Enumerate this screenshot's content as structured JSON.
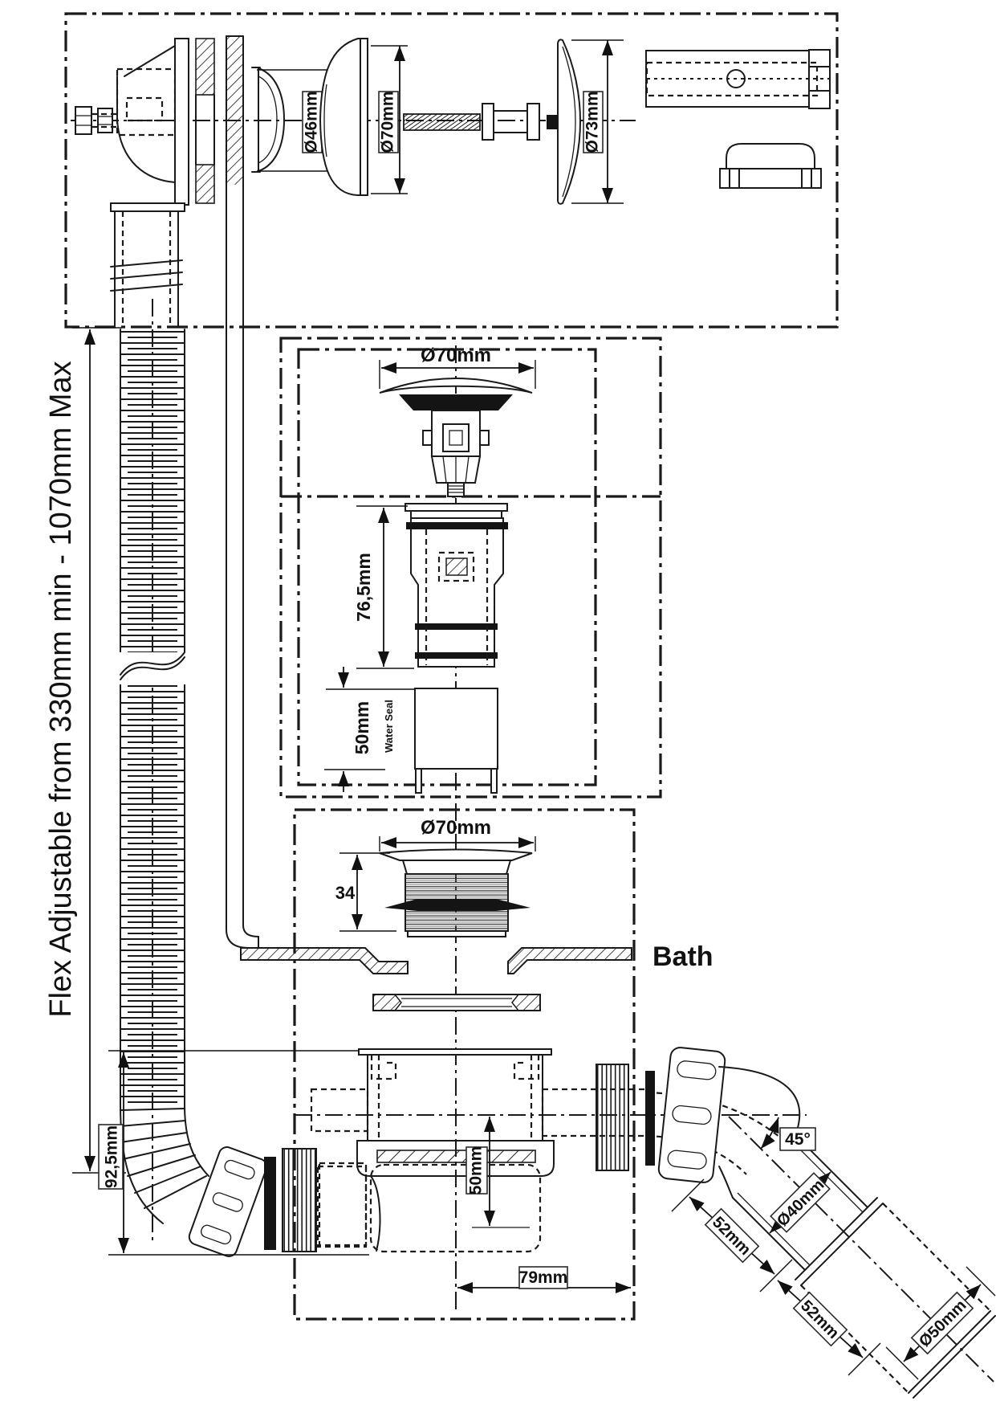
{
  "labels": {
    "flex": "Flex Adjustable from 330mm min - 1070mm Max",
    "bath": "Bath",
    "top": {
      "seal": "Ø46mm",
      "rosette": "Ø70mm",
      "cover": "Ø73mm"
    },
    "plug": {
      "cap": "Ø70mm"
    },
    "waste": {
      "height": "76,5mm",
      "seal_depth": "50mm",
      "seal_caption": "Water Seal"
    },
    "flange": {
      "dia": "Ø70mm",
      "thread": "34"
    },
    "trap": {
      "height": "92,5mm",
      "water": "50mm",
      "offset": "79mm"
    },
    "outlet": {
      "angle": "45°",
      "dia": "Ø40mm",
      "len_a": "52mm",
      "len_b": "52mm",
      "end_dia": "Ø50mm"
    }
  }
}
